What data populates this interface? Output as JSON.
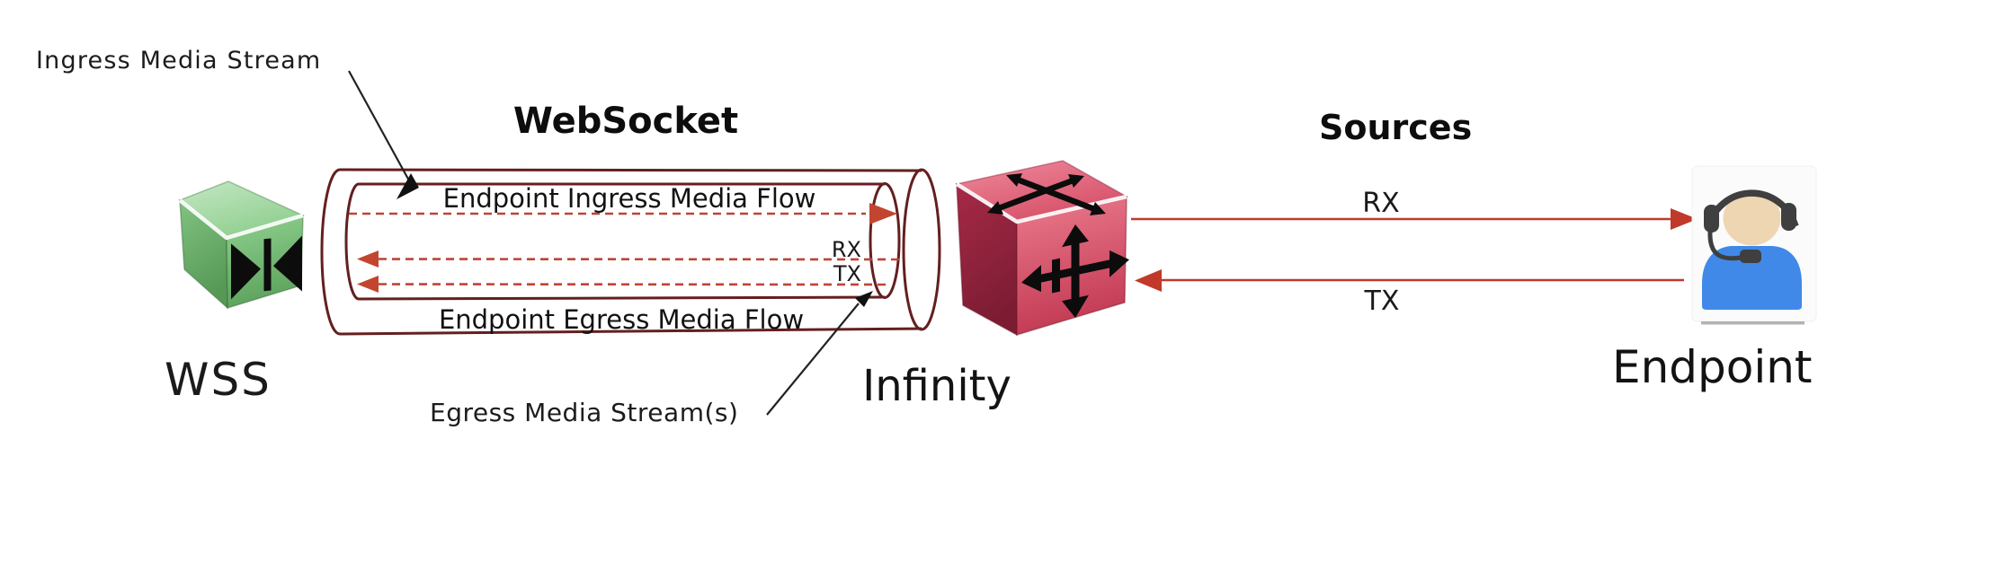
{
  "labels": {
    "ingress_stream": "Ingress Media Stream",
    "websocket_title": "WebSocket",
    "ingress_flow": "Endpoint Ingress Media Flow",
    "egress_flow": "Endpoint Egress Media Flow",
    "egress_stream": "Egress Media Stream(s)",
    "tube_rx": "RX",
    "tube_tx": "TX",
    "wss": "WSS",
    "infinity": "Infinity",
    "sources_title": "Sources",
    "rx": "RX",
    "tx": "TX",
    "endpoint": "Endpoint"
  },
  "icons": {
    "wss_cube": "green-media-switch-cube",
    "infinity_cube": "red-router-switch-cube",
    "endpoint_person": "person-with-headset",
    "tunnel": "websocket-tunnel-cylinder",
    "flow_arrows": "red-dashed-flow-arrows",
    "leader_arrows": "black-annotation-arrows"
  },
  "colors": {
    "tube_stroke": "#641f1f",
    "dashed_flow": "#bf4336",
    "solid_flow": "#c0392b",
    "leader": "#222222",
    "wss_cube_green": "#7dc77d",
    "infinity_cube_red": "#d84a62",
    "endpoint_shirt_blue": "#4089e8",
    "endpoint_skin": "#eed6b3",
    "headset_gray": "#3f3f3f",
    "background": "#ffffff",
    "text": "#111111"
  }
}
